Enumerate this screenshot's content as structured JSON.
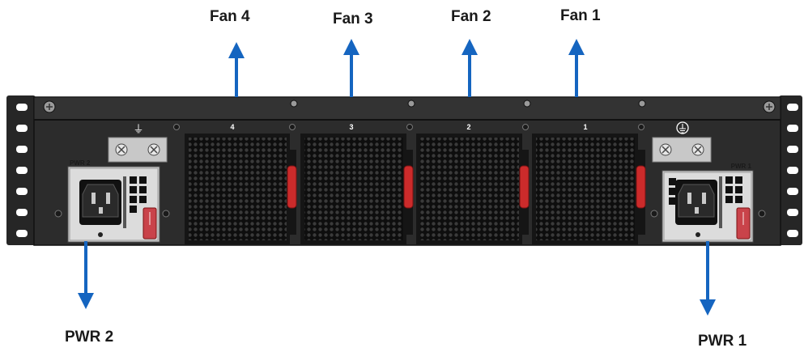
{
  "callouts": {
    "fan4": "Fan 4",
    "fan3": "Fan 3",
    "fan2": "Fan 2",
    "fan1": "Fan 1",
    "pwr2": "PWR 2",
    "pwr1": "PWR 1"
  },
  "fan_slot_labels": [
    "4",
    "3",
    "2",
    "1"
  ],
  "psu_labels": {
    "left": "PWR 2",
    "right": "PWR 1"
  },
  "ground_symbols": {
    "left": "⏚",
    "right": "⏚"
  },
  "colors": {
    "arrow": "#1565c0",
    "chassis": "#2a2a2a",
    "fan_handle": "#cc2b2b",
    "psu_body": "#d8d8d8"
  }
}
